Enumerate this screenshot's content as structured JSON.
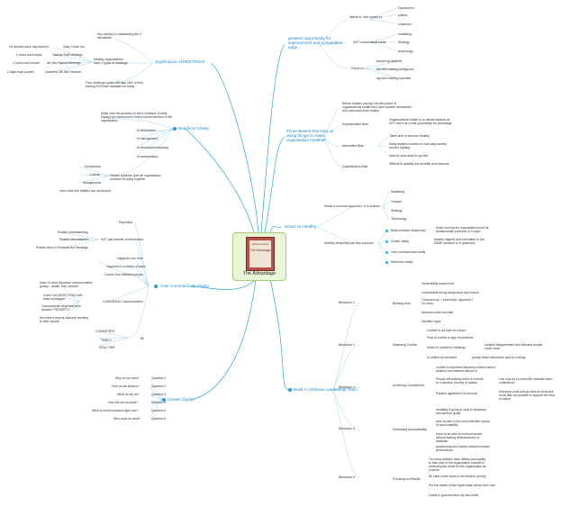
{
  "center": {
    "title": "The Advantage",
    "book_title": "The Advantage",
    "book_author": "Patrick Lencioni"
  },
  "meetings": {
    "label": "Significance of MEETINGS",
    "key": "Key activity for maintaining the 4 disciplines",
    "healthy": "Healthy organisations have 4 types of meetings",
    "rows": [
      {
        "when": "15 minutes each day stand in",
        "name": "Daily Check Ins"
      },
      {
        "when": "2 hours each week",
        "name": "Tactical Staff Meetings"
      },
      {
        "when": "4 hours each month",
        "name": "Ad Hoc Topical Meetings"
      },
      {
        "when": "2 days each quarter",
        "name": "Quarterly Off-Site Reviews"
      }
    ],
    "four": "Four meetings cycles will take 18% of time.. leaving 90% time available for doing"
  },
  "reinforce": {
    "label": "Reinforce Clarity",
    "makesure": "Make sure the answers to the 6 Question (Clarity Clarity) are reinforced in every human element of the organisation",
    "items": [
      "in recruitment",
      "in management",
      "in development/training",
      "in remuneration"
    ],
    "human": "Human systems: give an organisation structure for tying together",
    "sub": [
      "Dismissions",
      "Culture",
      "Management"
    ],
    "absent": "even when the leaders are not around"
  },
  "overcommunicate": {
    "label": "Over Communicate Clarity",
    "repetition": "Repetition",
    "not_just": "NOT just transfer of information",
    "enable": [
      "Enable Understanding",
      "Enable Internalisation",
      "Enable other to Embrace the Message"
    ],
    "happens": [
      "Happens over time",
      "Happens in a variety of ways",
      "Comes from different people"
    ],
    "cascading": "CASCADING Communication",
    "casc_items": [
      "basic of most important communication gossip - create 'true rumours'",
      "Come out (DIRECTING) with base messages",
      "Communicate what has been decided 'PROMPTLY'",
      "then direct reports cascade similarly to their reports"
    ],
    "be": "Be",
    "be_items": [
      "CONSISTENT",
      "TIMELY",
      "REAL TIME"
    ]
  },
  "create": {
    "label": "Create Clarity",
    "questions": [
      {
        "q": "Why do we exist?",
        "n": "Question 1"
      },
      {
        "q": "How do we behave?",
        "n": "Question 2"
      },
      {
        "q": "What do we do?",
        "n": "Question 3"
      },
      {
        "q": "How will we succeed?",
        "n": "Question 4"
      },
      {
        "q": "What is most important right now?",
        "n": "Question 5"
      },
      {
        "q": "Who must do what?",
        "n": "Question 6"
      }
    ]
  },
  "greatest": {
    "label": "greatest opportunity for improvement and competitive edge",
    "attend": "attend to: lost causes of",
    "attend_items": [
      "Dysfunction",
      "politics",
      "confusion"
    ],
    "notconv": "NOT conventional areas",
    "notconv_items": [
      "marketing",
      "Strategy",
      "technology"
    ],
    "focus": "Focus on",
    "focus_items": [
      "becoming healthier",
      "tap into existing intelligence",
      "tap into existing expertise"
    ]
  },
  "biases": {
    "label": "Three Biases that stop us doing things to make organisation healthier",
    "before": "Before leaders can tap into the power of organisational health they must humble themselves and overcome three biases",
    "items": [
      {
        "name": "Sophistication Bias",
        "desc": "Organisational health is so simple leaders do NOT see it as a real opportunity for advantage"
      },
      {
        "name": "Adrenaline Bias",
        "desc": "Takes time to become healthy"
      },
      {
        "name": "",
        "desc": "Many leaders hooked on rush daily activity and fire fighting"
      },
      {
        "name": "",
        "desc": "need to slow down to go fast"
      },
      {
        "name": "Quantification Bias",
        "desc": "Difficult to quantify the benefits and measure"
      }
    ]
  },
  "smart": {
    "label": "Smart vs Healthy",
    "smart_line": "Smart is common approach - it is science",
    "smart_items": [
      "Marketing",
      "Finance",
      "Strategy",
      "Technology"
    ],
    "healthy_line": "Healthy disciplines are less common",
    "healthy_items": [
      "Build cohesive leadership",
      "Create clarity",
      "Over communicate clarity",
      "Reinforce clarity"
    ],
    "notes": [
      "those running the organisation must be behaviourally cohesive in 5 ways",
      "leaders aligned and committed to the SAME answers to 6 questions"
    ]
  },
  "cohesive": {
    "label": "Build A Cohesive Leadership Team",
    "behaviours": [
      {
        "n": "Behaviour 1",
        "name": "Building trust",
        "items": [
          "Vulnerability based trust",
          "Comfortable being transparent and honest",
          "I screwed up / I need help / apparent / I'm sorry"
        ]
      },
      {
        "n": "Behaviour 2",
        "name": "Mastering Conflict",
        "items": [
          "Abandon pride and fear",
          "Sacrifice egos",
          "Conflict is not bad for a team",
          "Fear of conflict is sign of problems",
          "Allow for conflict in meetings",
          "A conflict not resolved"
        ],
        "notes": [
          "constrct disagreement and demand people move close",
          "people leave discussion and do nothing"
        ]
      },
      {
        "n": "Behaviour 3",
        "name": "Achieving Commitment",
        "items": [
          "Conflict is important because a team cannot achieve commitment without it",
          "People will actively have to commit to a decision (money of action)",
          "Passive agreement is common"
        ],
        "notes": [
          "Can only do so when full rationale been understood",
          "everyone nods and go back to work and so as little as possible to support the idea or action"
        ]
      },
      {
        "n": "Behaviour 4",
        "name": "Embracing Accountability",
        "items": [
          "remiately if going to stick to decisions and achieve goals",
          "peer to peer is the most effective source of accountability",
          "Have to be able to confront issues without fearing defensiveness or backlash",
          "questioning and honest answers enable performance"
        ]
      },
      {
        "n": "Behaviour 5",
        "name": "Focusing on Results",
        "items": [
          "Too many leaders have affinity and loyalty to their part of the organisation instead of achieving the result for the organisation as a whole",
          "Be clear which team is the leaders' priority",
          "Put the needs of the higher team above their own",
          "Leads to good decision for the whole"
        ]
      }
    ]
  },
  "colors": {
    "branch": "#1e88c8",
    "line": "#2aa4e2",
    "box": "#c8e08a",
    "center_bg": "#eaf6d8"
  }
}
